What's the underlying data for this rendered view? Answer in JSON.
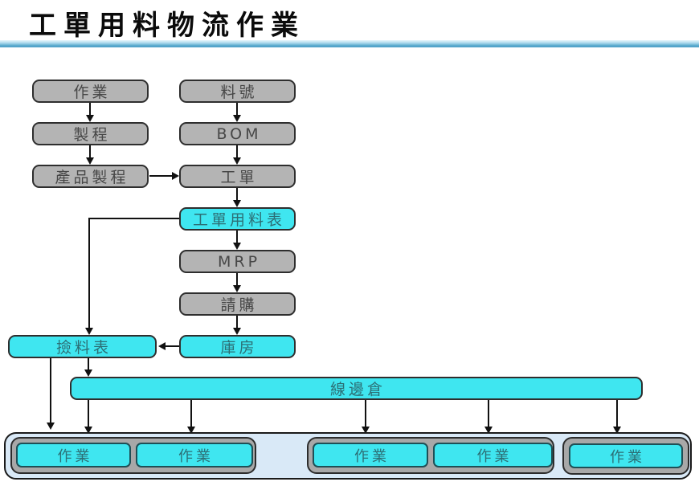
{
  "title": "工單用料物流作業",
  "nodes": {
    "operation": "作業",
    "process": "製程",
    "product_process": "產品製程",
    "part_number": "料號",
    "bom": "BOM",
    "work_order": "工單",
    "work_order_material_list": "工單用料表",
    "mrp": "MRP",
    "purchase_requisition": "請購",
    "picking_list": "撿料表",
    "warehouse": "庫房",
    "line_side_warehouse": "線邊倉"
  },
  "station_groups": [
    {
      "stations": [
        "作業",
        "作業"
      ]
    },
    {
      "stations": [
        "作業",
        "作業"
      ]
    },
    {
      "stations": [
        "作業"
      ]
    }
  ],
  "colors": {
    "process_box_gray": "#b4b4b4",
    "data_box_cyan": "#3fe6f0",
    "floor_container_blue": "#d9e9f7",
    "group_frame_gray": "#a8a8a8",
    "divider_blue": "#4fa0c6"
  }
}
